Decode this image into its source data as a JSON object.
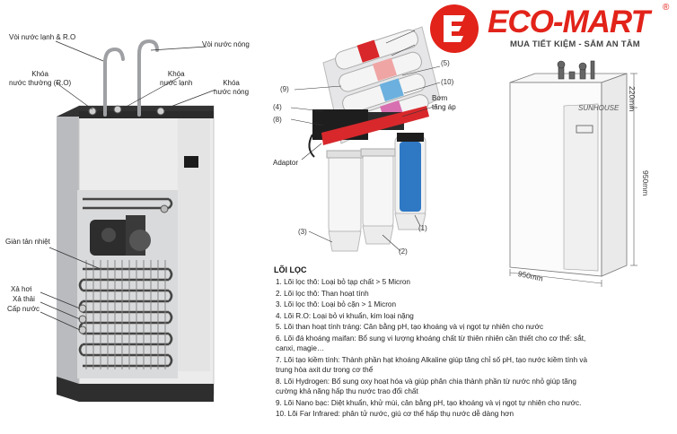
{
  "brand": {
    "name": "ECO-MART",
    "registered": "®",
    "slogan": "MUA TIẾT KIỆM - SẮM AN TÂM",
    "colors": {
      "primary": "#e2231a"
    }
  },
  "left_panel": {
    "labels": {
      "cold_ro_tap": "Vòi nước lạnh & R.O",
      "hot_tap": "Vòi nước nóng",
      "normal_lock": "Khóa\nnước thường (R.O)",
      "cold_lock": "Khóa\nnước lạnh",
      "hot_lock": "Khóa\nnước nóng",
      "heat_sink": "Giàn tản nhiệt",
      "vent": "Xả hơi",
      "drain": "Xả thải",
      "water_supply": "Cấp nước"
    }
  },
  "middle_panel": {
    "labels": {
      "adaptor": "Adaptor",
      "pump": "Bơm\ntăng áp",
      "brand_on_unit": "SUNHOUSE"
    },
    "numbers": [
      "(5)",
      "(10)",
      "(9)",
      "(4)",
      "(8)",
      "(3)",
      "(2)",
      "(1)"
    ]
  },
  "right_panel": {
    "dims": {
      "top": "220mm",
      "height": "950mm",
      "width": "950mm"
    },
    "brand_on_unit": "SUNHOUSE"
  },
  "filters": {
    "title": "LÕI LỌC",
    "items": [
      "1. Lõi lọc thô: Loại bỏ tạp chất > 5 Micron",
      "2. Lõi lọc thô: Than hoạt tính",
      "3. Lõi lọc thô: Loại bỏ cặn > 1 Micron",
      "4. Lõi R.O: Loại bỏ vi khuẩn, kim loại nặng",
      "5. Lõi than hoạt tính tráng: Cân bằng pH, tạo khoáng và vị ngọt tự nhiên cho nước",
      "6. Lõi đá khoáng maifan: Bổ sung vi lượng khoáng chất từ thiên nhiên cần thiết cho cơ thể: sắt, canxi, magie…",
      "7. Lõi tạo kiềm tính: Thành phần hạt khoáng Alkaline giúp tăng chỉ số pH, tạo nước kiềm tính và trung hòa axit dư trong cơ thể",
      "8. Lõi Hydrogen: Bổ sung oxy hoạt hóa và giúp phân chia thành phần từ nước nhỏ giúp tăng cường khả năng hấp thu nước trao đổi chất",
      "9. Lõi Nano bạc: Diệt khuẩn, khử mùi, cân bằng pH, tạo khoáng và vị ngọt tự nhiên cho nước.",
      "10. Lõi Far Infrared: phân tử nước, giú cơ thể hấp thụ nước dễ dàng hơn"
    ]
  }
}
